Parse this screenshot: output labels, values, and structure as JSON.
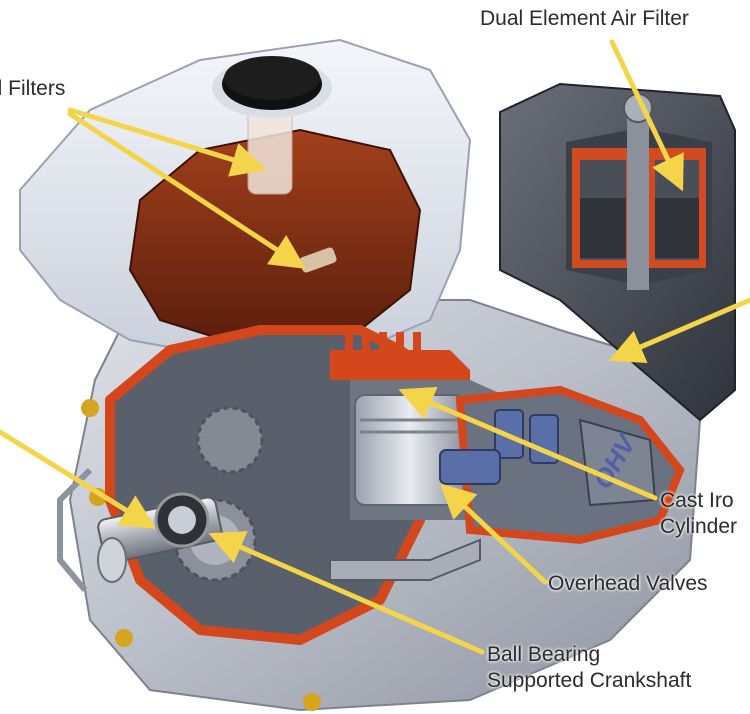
{
  "labels": {
    "fuel_filters": "el Filters",
    "air_filter": "Dual Element Air Filter",
    "cast_iron": {
      "line1": "Cast Iro",
      "line2": "Cylinder"
    },
    "overhead_valves": "Overhead Valves",
    "ball_bearing": {
      "line1": "Ball Bearing",
      "line2": "Supported Crankshaft"
    }
  },
  "engine_badge": "OHV",
  "colors": {
    "callout_arrow": "#f4d54a",
    "cutaway_orange": "#d4461c",
    "fuel_tank_brown": "#7a2a10",
    "engine_silver": "#c9ccd3",
    "background": "#ffffff"
  }
}
